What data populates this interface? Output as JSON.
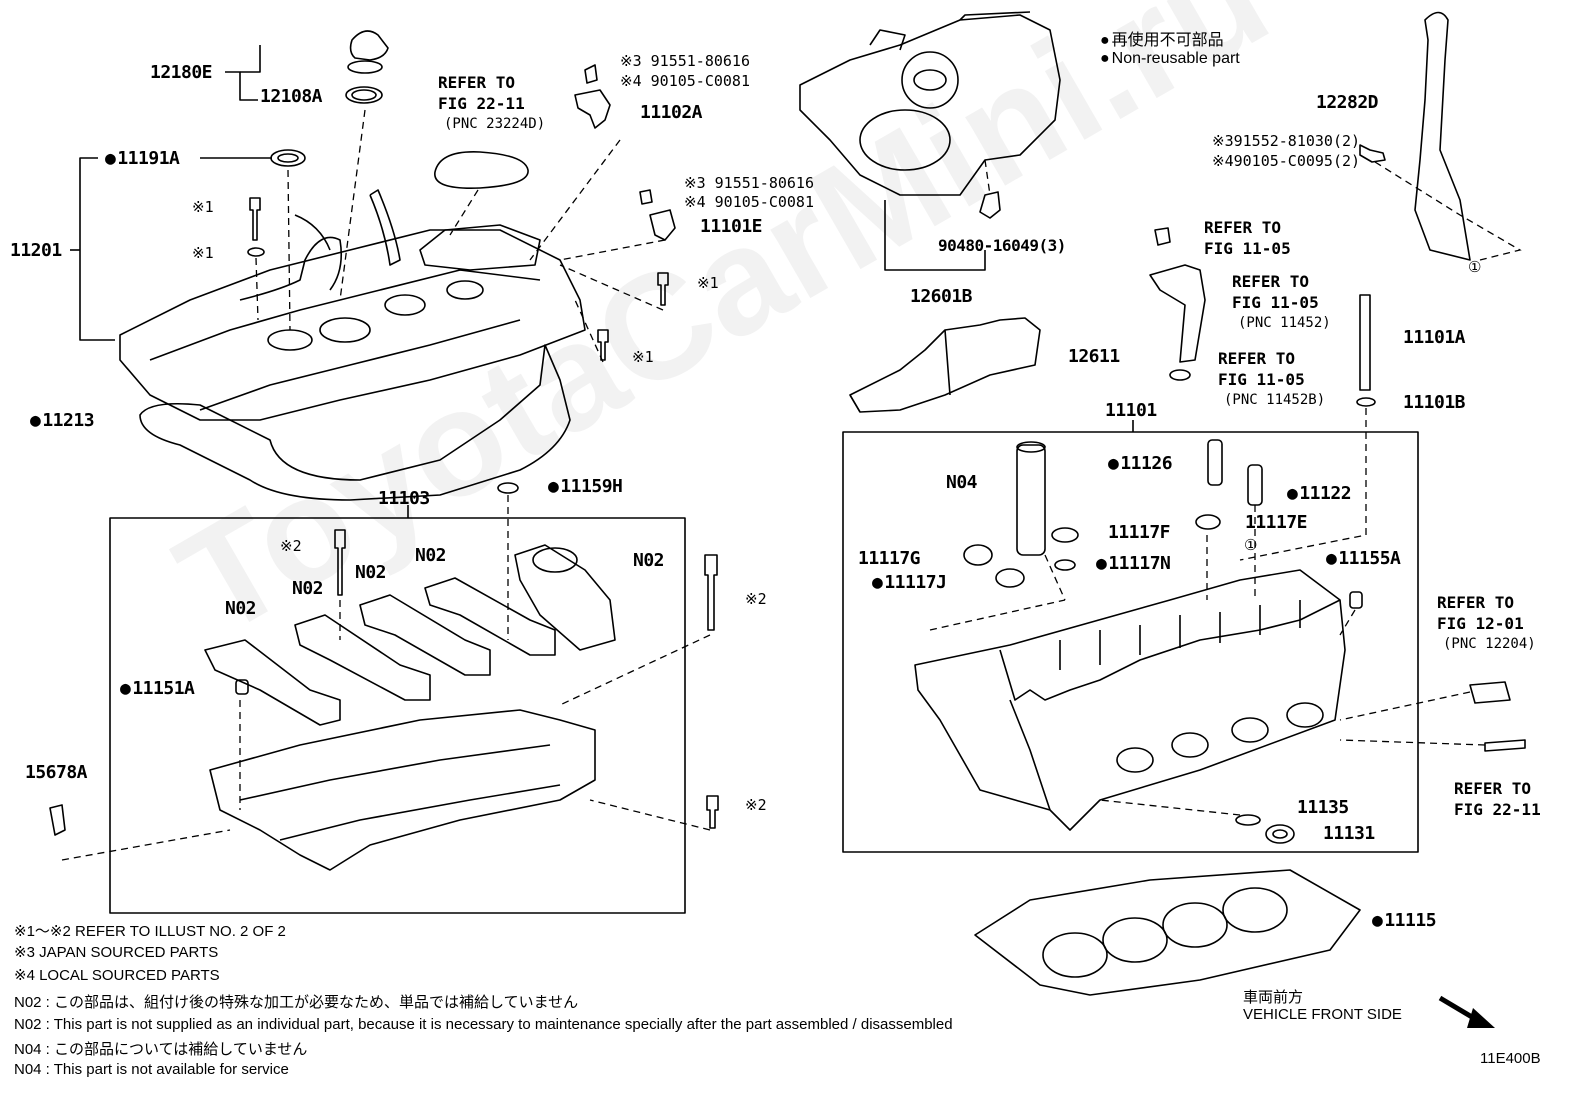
{
  "legend": {
    "jp": "再使用不可部品",
    "en": "Non-reusable part"
  },
  "watermark": "ToyotaCarMini.ru",
  "labels": {
    "p12180E": "12180E",
    "p12108A": "12108A",
    "p11191A": "11191A",
    "p11201": "11201",
    "p11213": "11213",
    "p11102A": "11102A",
    "p11101E": "11101E",
    "p12601B": "12601B",
    "p12611": "12611",
    "p90480": "90480-16049(3)",
    "p12282D": "12282D",
    "p11101A": "11101A",
    "p11101B": "11101B",
    "p11101": "11101",
    "p11103": "11103",
    "p11159H": "11159H",
    "pN04": "N04",
    "p11126": "11126",
    "p11122": "11122",
    "p11117F": "11117F",
    "p11117E": "11117E",
    "p11117G": "11117G",
    "p11117J": "11117J",
    "p11117N": "11117N",
    "p11155A": "11155A",
    "p11151A": "11151A",
    "p15678A": "15678A",
    "p11135": "11135",
    "p11131": "11131",
    "p11115": "11115",
    "n02a": "N02",
    "n02b": "N02",
    "n02c": "N02",
    "n02d": "N02",
    "n02e": "N02",
    "code": "11E400B"
  },
  "bolts": {
    "b1a": "※3 91551-80616",
    "b1b": "※4 90105-C0081",
    "b2a": "※3 91551-80616",
    "b2b": "※4 90105-C0081",
    "b3a": "※391552-81030(2)",
    "b3b": "※490105-C0095(2)",
    "m1a": "※1",
    "m1b": "※1",
    "m1c": "※1",
    "m1d": "※1",
    "m2a": "※2",
    "m2b": "※2",
    "m2c": "※2",
    "c1a": "①",
    "c1b": "①"
  },
  "refs": {
    "r1": [
      "REFER TO",
      "FIG 22-11",
      "(PNC 23224D)"
    ],
    "r2": [
      "REFER TO",
      "FIG 11-05"
    ],
    "r3": [
      "REFER TO",
      "FIG 11-05",
      "(PNC 11452)"
    ],
    "r4": [
      "REFER TO",
      "FIG 11-05",
      "(PNC 11452B)"
    ],
    "r5": [
      "REFER TO",
      "FIG 12-01",
      "(PNC 12204)"
    ],
    "r6": [
      "REFER TO",
      "FIG 22-11"
    ]
  },
  "notes": {
    "n1": "※1～※2  REFER TO ILLUST NO. 2 OF 2",
    "n2": "※3 JAPAN SOURCED PARTS",
    "n3": "※4 LOCAL SOURCED PARTS",
    "n4": "N02 : この部品は、組付け後の特殊な加工が必要なため、単品では補給していません",
    "n5": "N02 : This part is not supplied as an individual part, because it is necessary to maintenance specially after the part assembled / disassembled",
    "n6": "N04 : この部品については補給していません",
    "n7": "N04 : This part is not available for service"
  },
  "front": {
    "jp": "車両前方",
    "en": "VEHICLE FRONT SIDE"
  }
}
